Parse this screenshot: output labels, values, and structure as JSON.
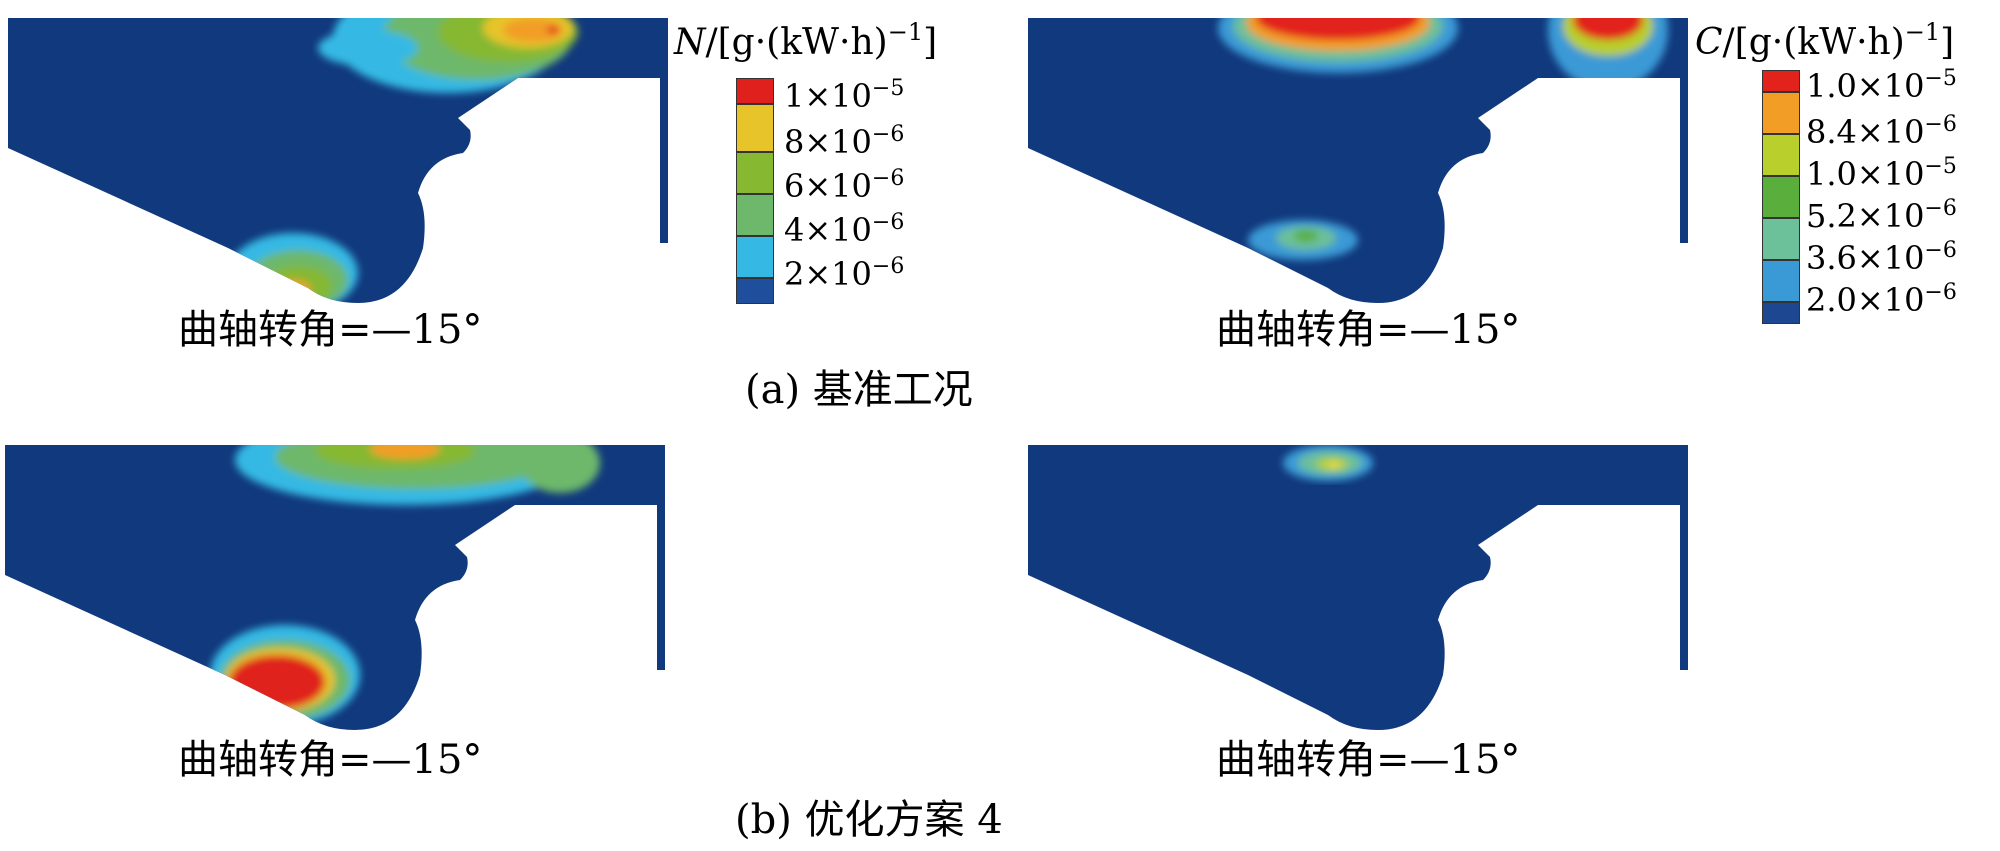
{
  "panels": [
    {
      "caption": "曲轴转角=—15°"
    },
    {
      "caption": "曲轴转角=—15°"
    },
    {
      "caption": "曲轴转角=—15°"
    },
    {
      "caption": "曲轴转角=—15°"
    }
  ],
  "subtitles": {
    "a": "(a)  基准工况",
    "b": "(b)  优化方案 4"
  },
  "legend_n": {
    "symbol": "N",
    "unit": "/[g·(kW·h)",
    "exp": "−1",
    "close": "]",
    "items": [
      {
        "mant": "1×10",
        "exp": "−5",
        "color": "#e0201c"
      },
      {
        "mant": "8×10",
        "exp": "−6",
        "color": "#e6c42a"
      },
      {
        "mant": "6×10",
        "exp": "−6",
        "color": "#86b832"
      },
      {
        "mant": "4×10",
        "exp": "−6",
        "color": "#6db86a"
      },
      {
        "mant": "2×10",
        "exp": "−6",
        "color": "#35b9e4"
      },
      {
        "color": "#1f4e9c"
      }
    ]
  },
  "legend_c": {
    "symbol": "C",
    "unit": "/[g·(kW·h)",
    "exp": "−1",
    "close": "]",
    "items": [
      {
        "mant": "1.0×10",
        "exp": "−5",
        "color": "#e2231c"
      },
      {
        "mant": "8.4×10",
        "exp": "−6",
        "color": "#f29e26"
      },
      {
        "mant": "1.0×10",
        "exp": "−5",
        "color": "#b8cf2c"
      },
      {
        "mant": "5.2×10",
        "exp": "−6",
        "color": "#5aae3c"
      },
      {
        "mant": "3.6×10",
        "exp": "−6",
        "color": "#6cc09a"
      },
      {
        "mant": "2.0×10",
        "exp": "−6",
        "color": "#3a9ad6"
      },
      {
        "color": "#1d4791"
      }
    ]
  },
  "colors": {
    "domain": "#11397d",
    "boundary": "#f3c8a4"
  }
}
